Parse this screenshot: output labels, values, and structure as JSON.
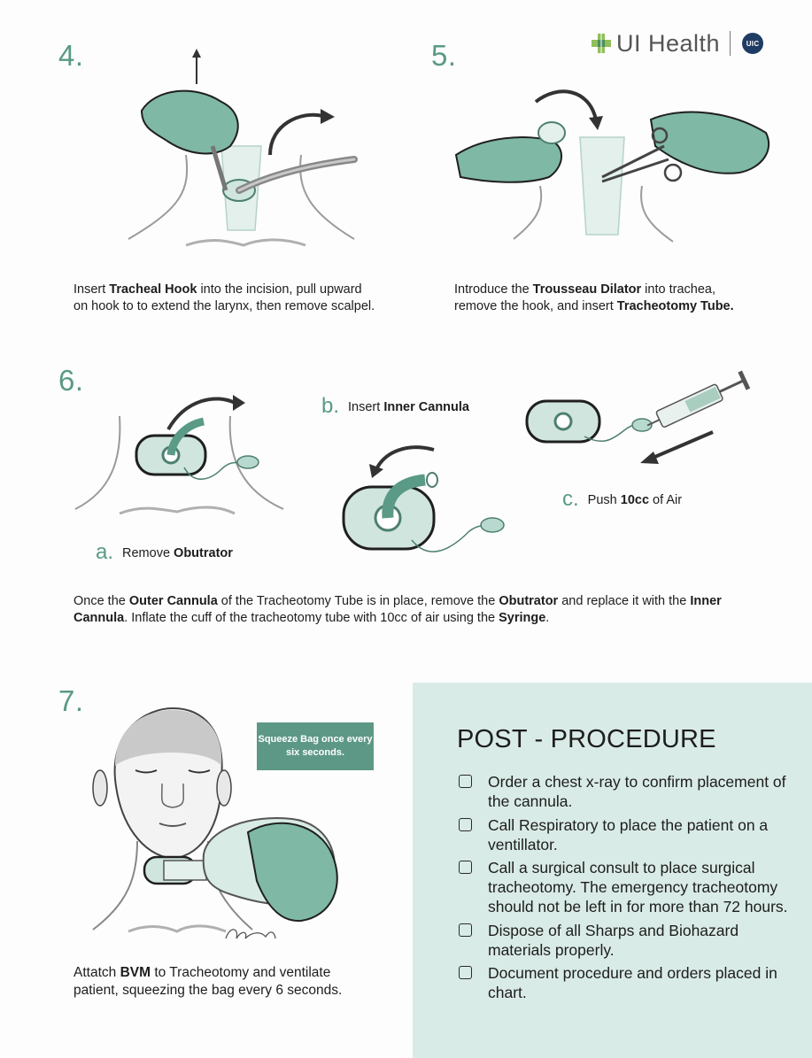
{
  "logo": {
    "text": "UI Health",
    "badge": "UIC",
    "brand_color": "#1f3c64"
  },
  "accent_color": "#5a9a86",
  "step4": {
    "number": "4.",
    "caption_html": "Insert <b>Tracheal Hook</b> into the incision, pull upward<br>on hook to to extend the larynx, then remove scalpel."
  },
  "step5": {
    "number": "5.",
    "caption_html": "Introduce the <b>Trousseau Dilator</b> into trachea,<br>remove the hook, and insert <b>Tracheotomy Tube.</b>"
  },
  "step6": {
    "number": "6.",
    "a": {
      "letter": "a.",
      "text_html": "Remove <b>Obutrator</b>"
    },
    "b": {
      "letter": "b.",
      "text_html": "Insert <b>Inner Cannula</b>"
    },
    "c": {
      "letter": "c.",
      "text_html": "Push <b>10cc</b> of Air"
    },
    "caption_html": "Once the <b>Outer Cannula</b> of the Tracheotomy Tube is in place, remove the <b>Obutrator</b> and replace it with the <b>Inner Cannula</b>. Inflate the cuff of the tracheotomy tube with 10cc of air using the <b>Syringe</b>."
  },
  "step7": {
    "number": "7.",
    "callout": "Squeeze Bag once every six seconds.",
    "caption_html": "Attatch <b>BVM</b> to Tracheotomy and ventilate<br>patient, squeezing the bag every 6 seconds."
  },
  "post_procedure": {
    "title": "POST - PROCEDURE",
    "items": [
      "Order a chest x-ray to confirm placement of the cannula.",
      "Call Respiratory to place the patient on a ventillator.",
      "Call a surgical consult to place surgical tracheotomy. The emergency tracheotomy should not be left in for more than 72 hours.",
      "Dispose of all Sharps and Biohazard materials properly.",
      "Document procedure and orders placed in chart."
    ]
  }
}
